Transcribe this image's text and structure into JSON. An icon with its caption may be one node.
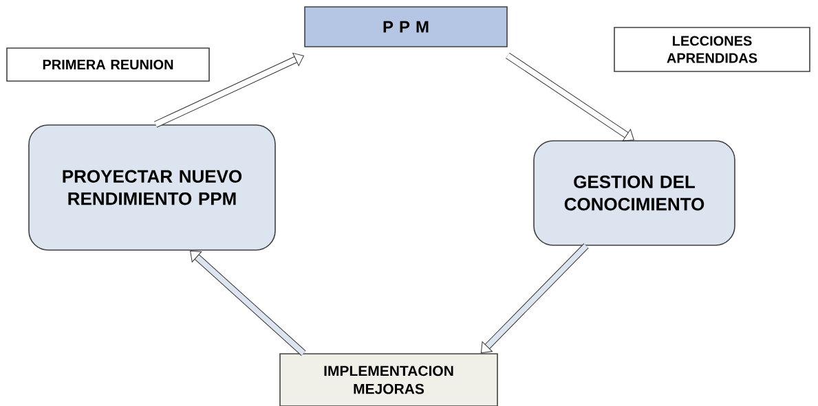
{
  "diagram": {
    "nodes": [
      {
        "text": [
          "PRIMERA REUNION"
        ]
      },
      {
        "text": [
          "P P M"
        ]
      },
      {
        "text": [
          "LECCIONES APRENDIDAS"
        ]
      },
      {
        "text": [
          "PROYECTAR NUEVO RENDIMIENTO PPM"
        ]
      },
      {
        "text": [
          "GESTION DEL CONOCIMIENTO"
        ]
      },
      {
        "text": [
          "IMPLEMENTACION MEJORAS"
        ]
      }
    ],
    "edges": [
      {
        "from": 3,
        "to": 1,
        "arrow": "to"
      },
      {
        "from": 1,
        "to": 4,
        "arrow": "to"
      },
      {
        "from": 4,
        "to": 5,
        "arrow": "to"
      },
      {
        "from": 5,
        "to": 3,
        "arrow": "to"
      }
    ]
  }
}
